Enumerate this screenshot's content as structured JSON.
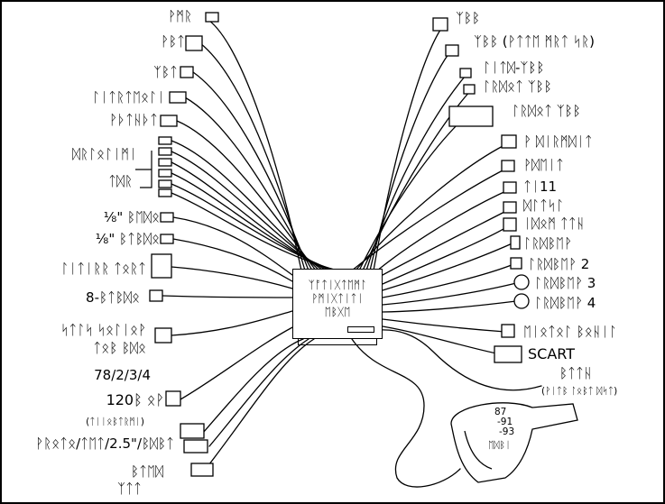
{
  "hub": {
    "lines": [
      "ᛉᚩᛏᛁᚷᛏᛖᛗᛚ",
      "ᚹᛗᛁᚷᛏᛁᛏᛁ",
      "ᛖᛒᚷᛖ"
    ]
  },
  "left_labels": [
    {
      "id": "l1",
      "text": "ᚹᛗᚱ"
    },
    {
      "id": "l2",
      "text": "ᚹᛒᛏ"
    },
    {
      "id": "l3",
      "text": "ᛉᛒᛏ"
    },
    {
      "id": "l4",
      "text": "ᛚᛁᛏᚱᛏᛖᛟᛚᛁ"
    },
    {
      "id": "l5",
      "text": "ᚹᚦᛏᚺᚦᛏ"
    },
    {
      "id": "l6",
      "text": "ᛞᚱᛚᛟᛚᛁᛗᛁ"
    },
    {
      "id": "l7",
      "text": "ᛏᛞᚱ"
    },
    {
      "id": "l8",
      "text": "⅛\" ᛒᛖᛞᛟ"
    },
    {
      "id": "l9",
      "text": "⅛\" ᛒᛏᛒᛞᛟ"
    },
    {
      "id": "l10",
      "text": "ᛚᛁᛏᛁᚱᚱ ᛏᛟᚱᛏ"
    },
    {
      "id": "l11",
      "text": "8-ᛒᛏᛒᛞᛟ"
    },
    {
      "id": "l12",
      "text": "ᛋᛏᛚᛋ ᛋᛟᛚᛁᛟᚹ"
    },
    {
      "id": "l13",
      "text": "ᛏᛟᛒ ᛒᛞᛟ"
    },
    {
      "id": "l14",
      "text": "78/2/3/4"
    },
    {
      "id": "l15",
      "text": "120ᛒ ᛟᚹ"
    },
    {
      "id": "l16",
      "text": "(ᛏᛁᛁᛟᛒᛏᚱᛗᛁ)"
    },
    {
      "id": "l17",
      "text": "ᚹᚱᛟᛏᛟ/ᛏᛖᛏ/2.5\"/ᛒᛞᛒᛏ"
    },
    {
      "id": "l18",
      "text": "ᛒᛏᛖᛞ"
    },
    {
      "id": "l19",
      "text": "ᛉᛏᛏ"
    }
  ],
  "right_labels": [
    {
      "id": "r1",
      "text": "ᛉᛒᛒ"
    },
    {
      "id": "r2",
      "text": "ᛉᛒᛒ (ᚹᛏᛏᛖ ᛗᚱᛏ ᛋᚱ)"
    },
    {
      "id": "r3",
      "text": "ᛚᛁᛏᛞ-ᛉᛒᛒ"
    },
    {
      "id": "r4",
      "text": "ᛚᚱᛞᛟᛏ ᛉᛒᛒ"
    },
    {
      "id": "r5",
      "text": "ᛚᚱᛞᛟᛏ ᛉᛒᛒ"
    },
    {
      "id": "r6",
      "text": "ᚹ ᛞᛁᚱᛗᛞᛁᛏ"
    },
    {
      "id": "r7",
      "text": "ᚹᛞᛖᛁᛏ"
    },
    {
      "id": "r8",
      "text": "ᛏᛁ11"
    },
    {
      "id": "r9",
      "text": "ᛞᛚᛏᛋᛚ"
    },
    {
      "id": "r10",
      "text": "ᛁᛞᛟᛗ ᛏᛏᚺ"
    },
    {
      "id": "r11",
      "text": "ᛚᚱᛞᛒᛖᚹ"
    },
    {
      "id": "r12",
      "text": "ᛚᚱᛞᛒᛖᚹ 2"
    },
    {
      "id": "r13",
      "text": "ᛚᚱᛞᛒᛖᚹ 3"
    },
    {
      "id": "r14",
      "text": "ᛚᚱᛞᛒᛖᚹ 4"
    },
    {
      "id": "r15",
      "text": "ᛖᛁᛟᛏᛟᛚ ᛒᛟᚺᛁᛚ"
    },
    {
      "id": "r16",
      "text": "SCART"
    },
    {
      "id": "r17",
      "text": "ᛒᛏᛏᚺ"
    },
    {
      "id": "r18",
      "text": "(ᚹᛁᛏᛒ ᛚᛟᛒᛏ ᛞᛋᛏ)"
    }
  ],
  "nozzle": {
    "lines": [
      "87",
      "-91",
      "-93",
      "ᛖᛞᛒᛁ"
    ]
  },
  "colors": {
    "ink": "#000000",
    "background": "#ffffff"
  }
}
